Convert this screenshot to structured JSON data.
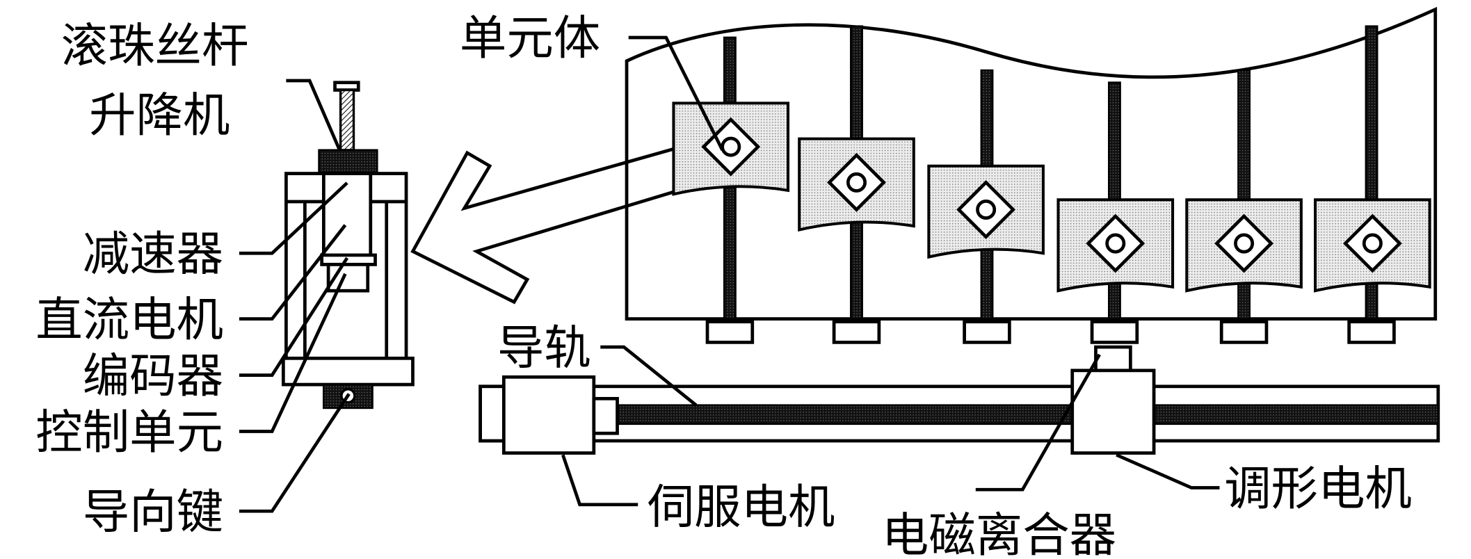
{
  "labels": {
    "ball_screw_1": "滚珠丝杆",
    "ball_screw_2": "升降机",
    "reducer": "减速器",
    "dc_motor": "直流电机",
    "encoder": "编码器",
    "control_unit": "控制单元",
    "guide_key": "导向键",
    "unit_body": "单元体",
    "guide_rail": "导轨",
    "servo_motor": "伺服电机",
    "em_clutch": "电磁离合器",
    "shaping_motor": "调形电机"
  },
  "colors": {
    "line": "#000000",
    "stipple": "#e0e0e0",
    "background": "#ffffff"
  },
  "unit_count": 6
}
